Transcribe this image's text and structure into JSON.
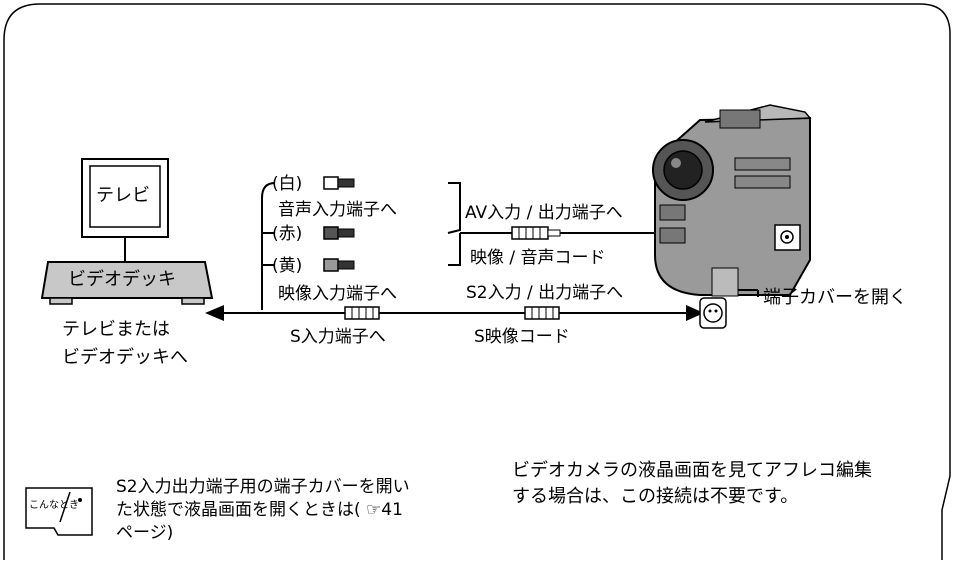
{
  "tv": {
    "screen_label": "テレビ",
    "deck_label": "ビデオデッキ"
  },
  "destination": {
    "line1": "テレビまたは",
    "line2": "ビデオデッキへ"
  },
  "plugs": {
    "white": "(白)",
    "red": "(赤)",
    "yellow": "(黄)"
  },
  "inputs": {
    "audio_in": "音声入力端子へ",
    "video_in": "映像入力端子へ",
    "s_in": "S入力端子へ"
  },
  "camera_side": {
    "av_terminal": "AV入力 / 出力端子へ",
    "av_cable": "映像 / 音声コード",
    "s2_terminal": "S2入力 / 出力端子へ",
    "s_cable": "S映像コード",
    "cover": "端子カバーを開く"
  },
  "tip_badge": {
    "text": "こんなとき"
  },
  "tip": {
    "line1": "S2入力出力端子用の端子カバーを開い",
    "line2": "た状態で液晶画面を開くときは( ☞41",
    "line3": "ページ)"
  },
  "dub_note": {
    "line1": "ビデオカメラの液晶画面を見てアフレコ編集",
    "line2": "する場合は、この接続は不要です。"
  },
  "colors": {
    "ink": "#000000",
    "panel_gray": "#c8c8c8",
    "camera_gray": "#9a9a9a",
    "plug_dark": "#333333"
  }
}
